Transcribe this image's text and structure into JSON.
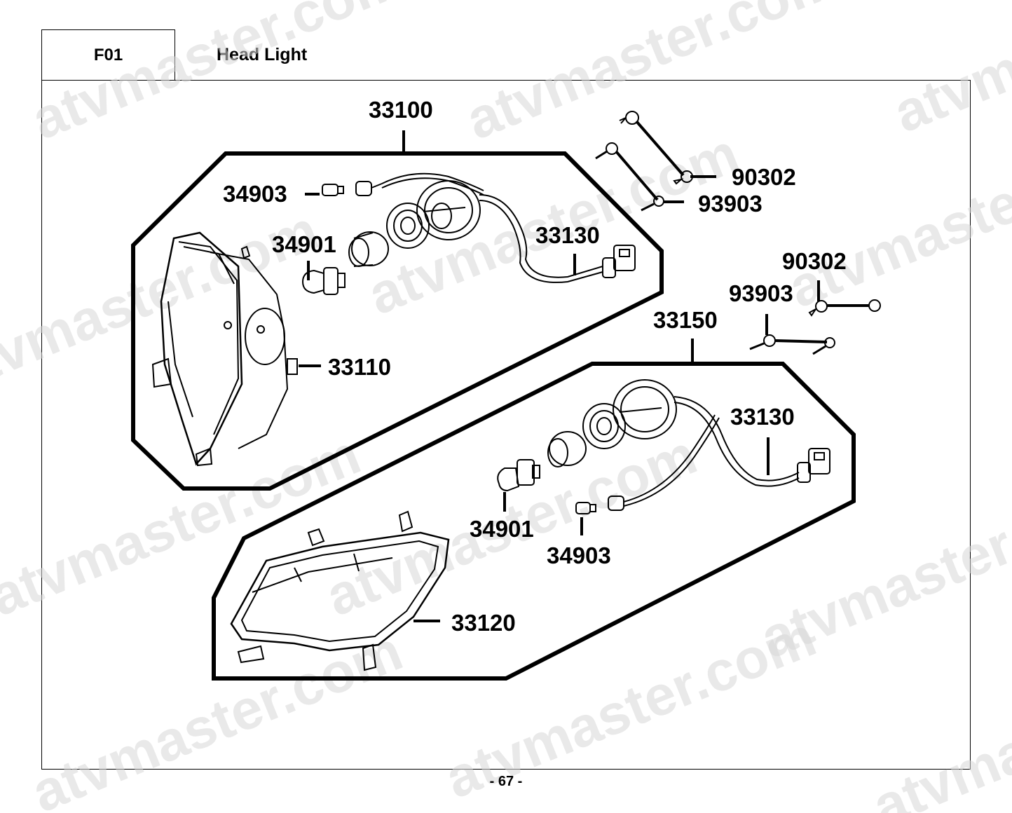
{
  "header": {
    "section_code": "F01",
    "title": "Head Light"
  },
  "footer": {
    "page_number": "- 67 -"
  },
  "watermark": {
    "text": "atvmaster.com"
  },
  "diagram": {
    "assemblies": [
      {
        "part_no": "33100",
        "parts": [
          "34903",
          "34901",
          "33130",
          "33110"
        ]
      },
      {
        "part_no": "33150",
        "parts": [
          "33130",
          "34901",
          "34903",
          "33120"
        ]
      }
    ],
    "fasteners": [
      {
        "part_no": "90302"
      },
      {
        "part_no": "93903"
      },
      {
        "part_no": "90302"
      },
      {
        "part_no": "93903"
      }
    ]
  }
}
